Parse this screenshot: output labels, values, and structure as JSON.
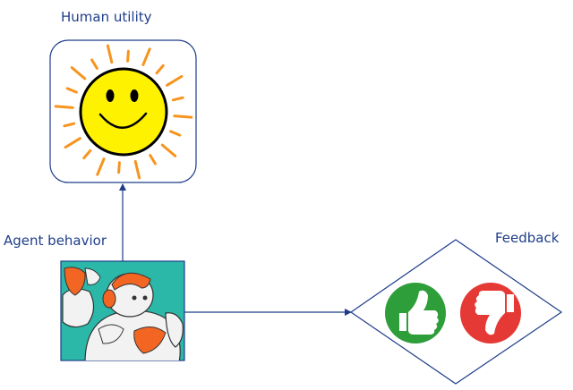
{
  "labels": {
    "human_utility": "Human utility",
    "agent_behavior": "Agent behavior",
    "feedback": "Feedback"
  },
  "colors": {
    "text": "#1f3d8a",
    "line": "#1f3d8a",
    "sun_face": "#fff200",
    "sun_rays": "#f7941d",
    "robot_bg": "#2bb8a8",
    "robot_accent": "#f26522",
    "thumbs_up": "#2e9e3a",
    "thumbs_down": "#e53935"
  },
  "icons": {
    "utility": "smiling-sun-icon",
    "agent": "robot-icon",
    "positive": "thumbs-up-icon",
    "negative": "thumbs-down-icon"
  }
}
